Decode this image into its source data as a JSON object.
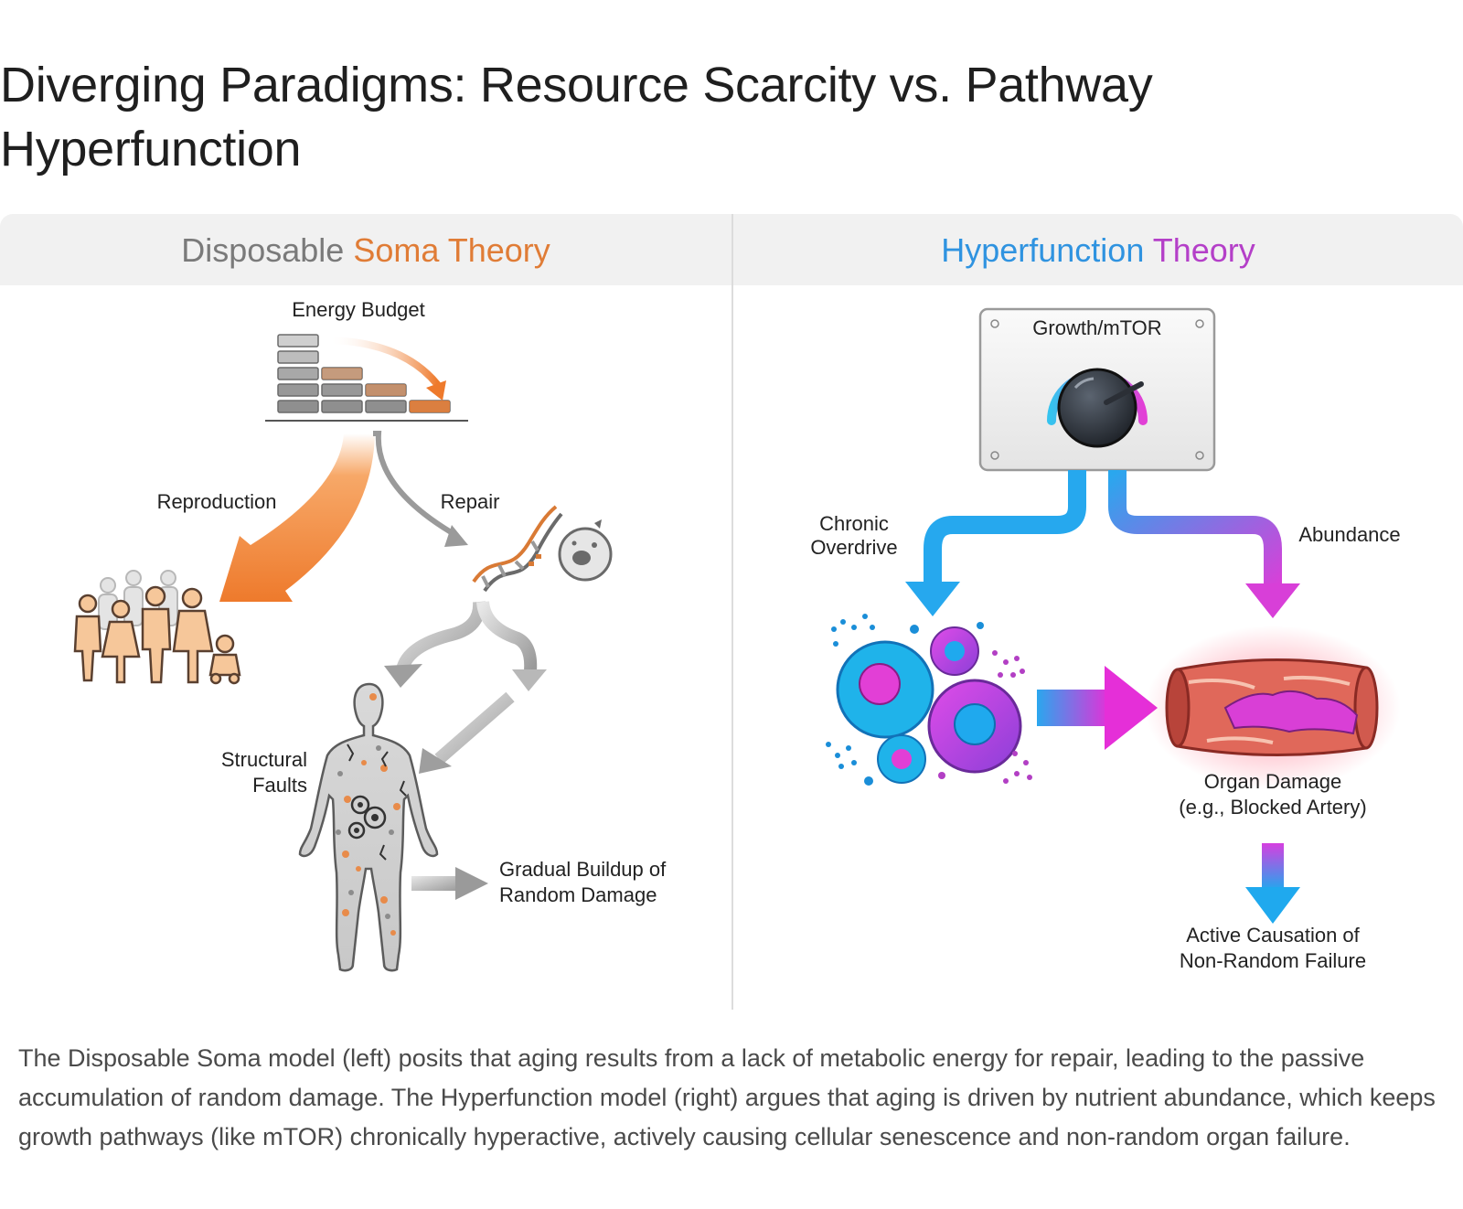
{
  "page": {
    "title": "Diverging Paradigms: Resource Scarcity vs. Pathway Hyperfunction",
    "caption": "The Disposable Soma model (left) posits that aging results from a lack of metabolic energy for repair, leading to the passive accumulation of random damage. The Hyperfunction model (right) argues that aging is driven by nutrient abundance, which keeps growth pathways (like mTOR) chronically hyperactive, actively causing cellular senescence and non-random organ failure."
  },
  "left": {
    "title_part1": "Disposable",
    "title_part2": "Soma Theory",
    "energy_budget": "Energy Budget",
    "reproduction": "Reproduction",
    "repair": "Repair",
    "structural_line1": "Structural",
    "structural_line2": "Faults",
    "buildup_line1": "Gradual Buildup of",
    "buildup_line2": "Random Damage"
  },
  "right": {
    "title_part1": "Hyperfunction",
    "title_part2": "Theory",
    "growth": "Growth/mTOR",
    "chronic_line1": "Chronic",
    "chronic_line2": "Overdrive",
    "abundance": "Abundance",
    "organ_line1": "Organ Damage",
    "organ_line2": "(e.g., Blocked Artery)",
    "active_line1": "Active Causation of",
    "active_line2": "Non-Random Failure"
  },
  "colors": {
    "orange": "#e07c36",
    "grey": "#7a7a7a",
    "blue": "#2f93e0",
    "magenta": "#b43fc8",
    "cyan": "#1fb3ea",
    "pink": "#e23fd6"
  }
}
